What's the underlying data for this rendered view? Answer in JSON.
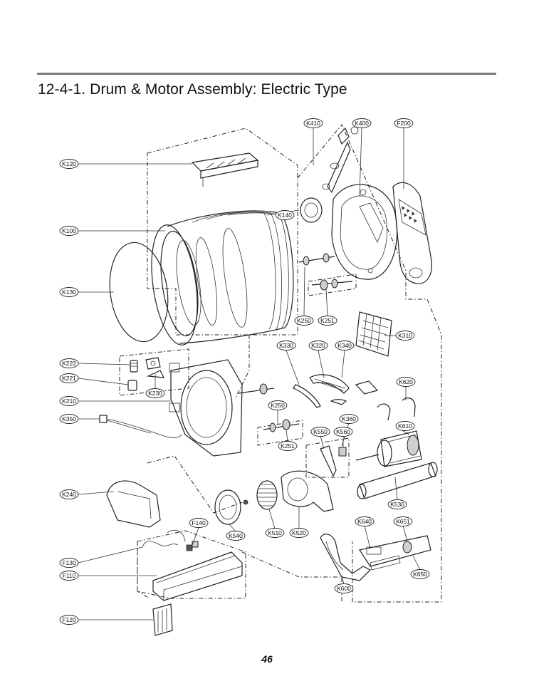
{
  "title": "12-4-1. Drum & Motor Assembly: Electric Type",
  "page_number": "46",
  "part_labels": {
    "K410": "K410",
    "K400": "K400",
    "F200": "F200",
    "K120": "K120",
    "K100": "K100",
    "K140": "K140",
    "K130": "K130",
    "K250a": "K250",
    "K251a": "K251",
    "K310": "K310",
    "K330": "K330",
    "K320": "K320",
    "K340": "K340",
    "K222": "K222",
    "K221": "K221",
    "K230": "K230",
    "K210": "K210",
    "K620": "K620",
    "K250b": "K250",
    "K360": "K360",
    "K350": "K350",
    "K550": "K550",
    "K560": "K560",
    "K610": "K610",
    "K251b": "K251",
    "K240": "K240",
    "K530": "K530",
    "F140": "F140",
    "K540": "K540",
    "K510": "K510",
    "K520": "K520",
    "K640": "K640",
    "K651": "K651",
    "F130": "F130",
    "F110": "F110",
    "K650": "K650",
    "K600": "K600",
    "F120": "F120"
  }
}
